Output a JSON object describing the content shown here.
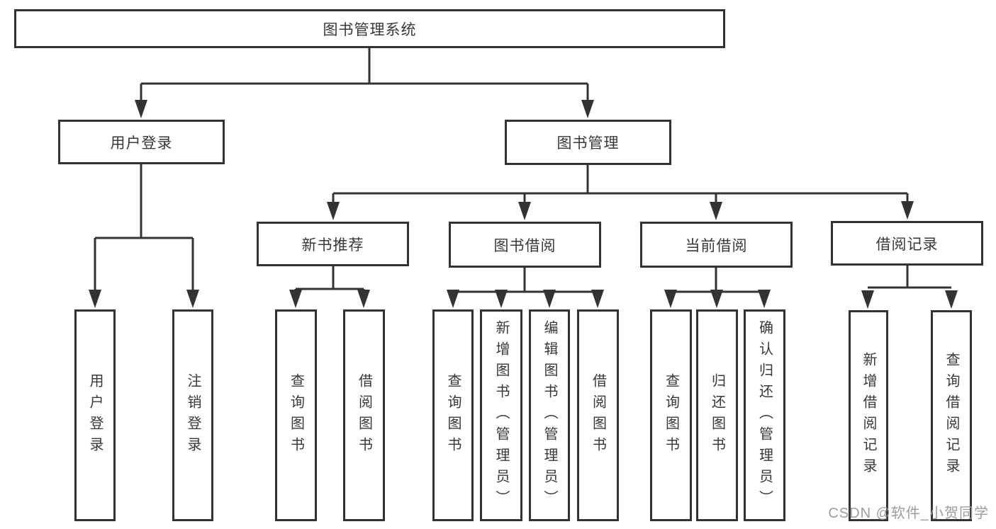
{
  "diagram": {
    "root": {
      "label": "图书管理系统"
    },
    "level2": [
      {
        "label": "用户登录"
      },
      {
        "label": "图书管理"
      }
    ],
    "level3": [
      {
        "label": "新书推荐"
      },
      {
        "label": "图书借阅"
      },
      {
        "label": "当前借阅"
      },
      {
        "label": "借阅记录"
      }
    ],
    "leaves": [
      {
        "label": "用户登录",
        "parent": "用户登录"
      },
      {
        "label": "注销登录",
        "parent": "用户登录"
      },
      {
        "label": "查询图书",
        "parent": "新书推荐"
      },
      {
        "label": "借阅图书",
        "parent": "新书推荐"
      },
      {
        "label": "查询图书",
        "parent": "图书借阅"
      },
      {
        "label": "新增图书（管理员）",
        "parent": "图书借阅"
      },
      {
        "label": "编辑图书（管理员）",
        "parent": "图书借阅"
      },
      {
        "label": "借阅图书",
        "parent": "图书借阅"
      },
      {
        "label": "查询图书",
        "parent": "当前借阅"
      },
      {
        "label": "归还图书",
        "parent": "当前借阅"
      },
      {
        "label": "确认归还（管理员）",
        "parent": "当前借阅"
      },
      {
        "label": "新增借阅记录",
        "parent": "借阅记录"
      },
      {
        "label": "查询借阅记录",
        "parent": "借阅记录"
      }
    ],
    "watermark": "CSDN @软件_小贺同学",
    "colors": {
      "line": "#333333",
      "text": "#383838",
      "watermark": "#9c9c9c",
      "background": "#ffffff"
    }
  }
}
